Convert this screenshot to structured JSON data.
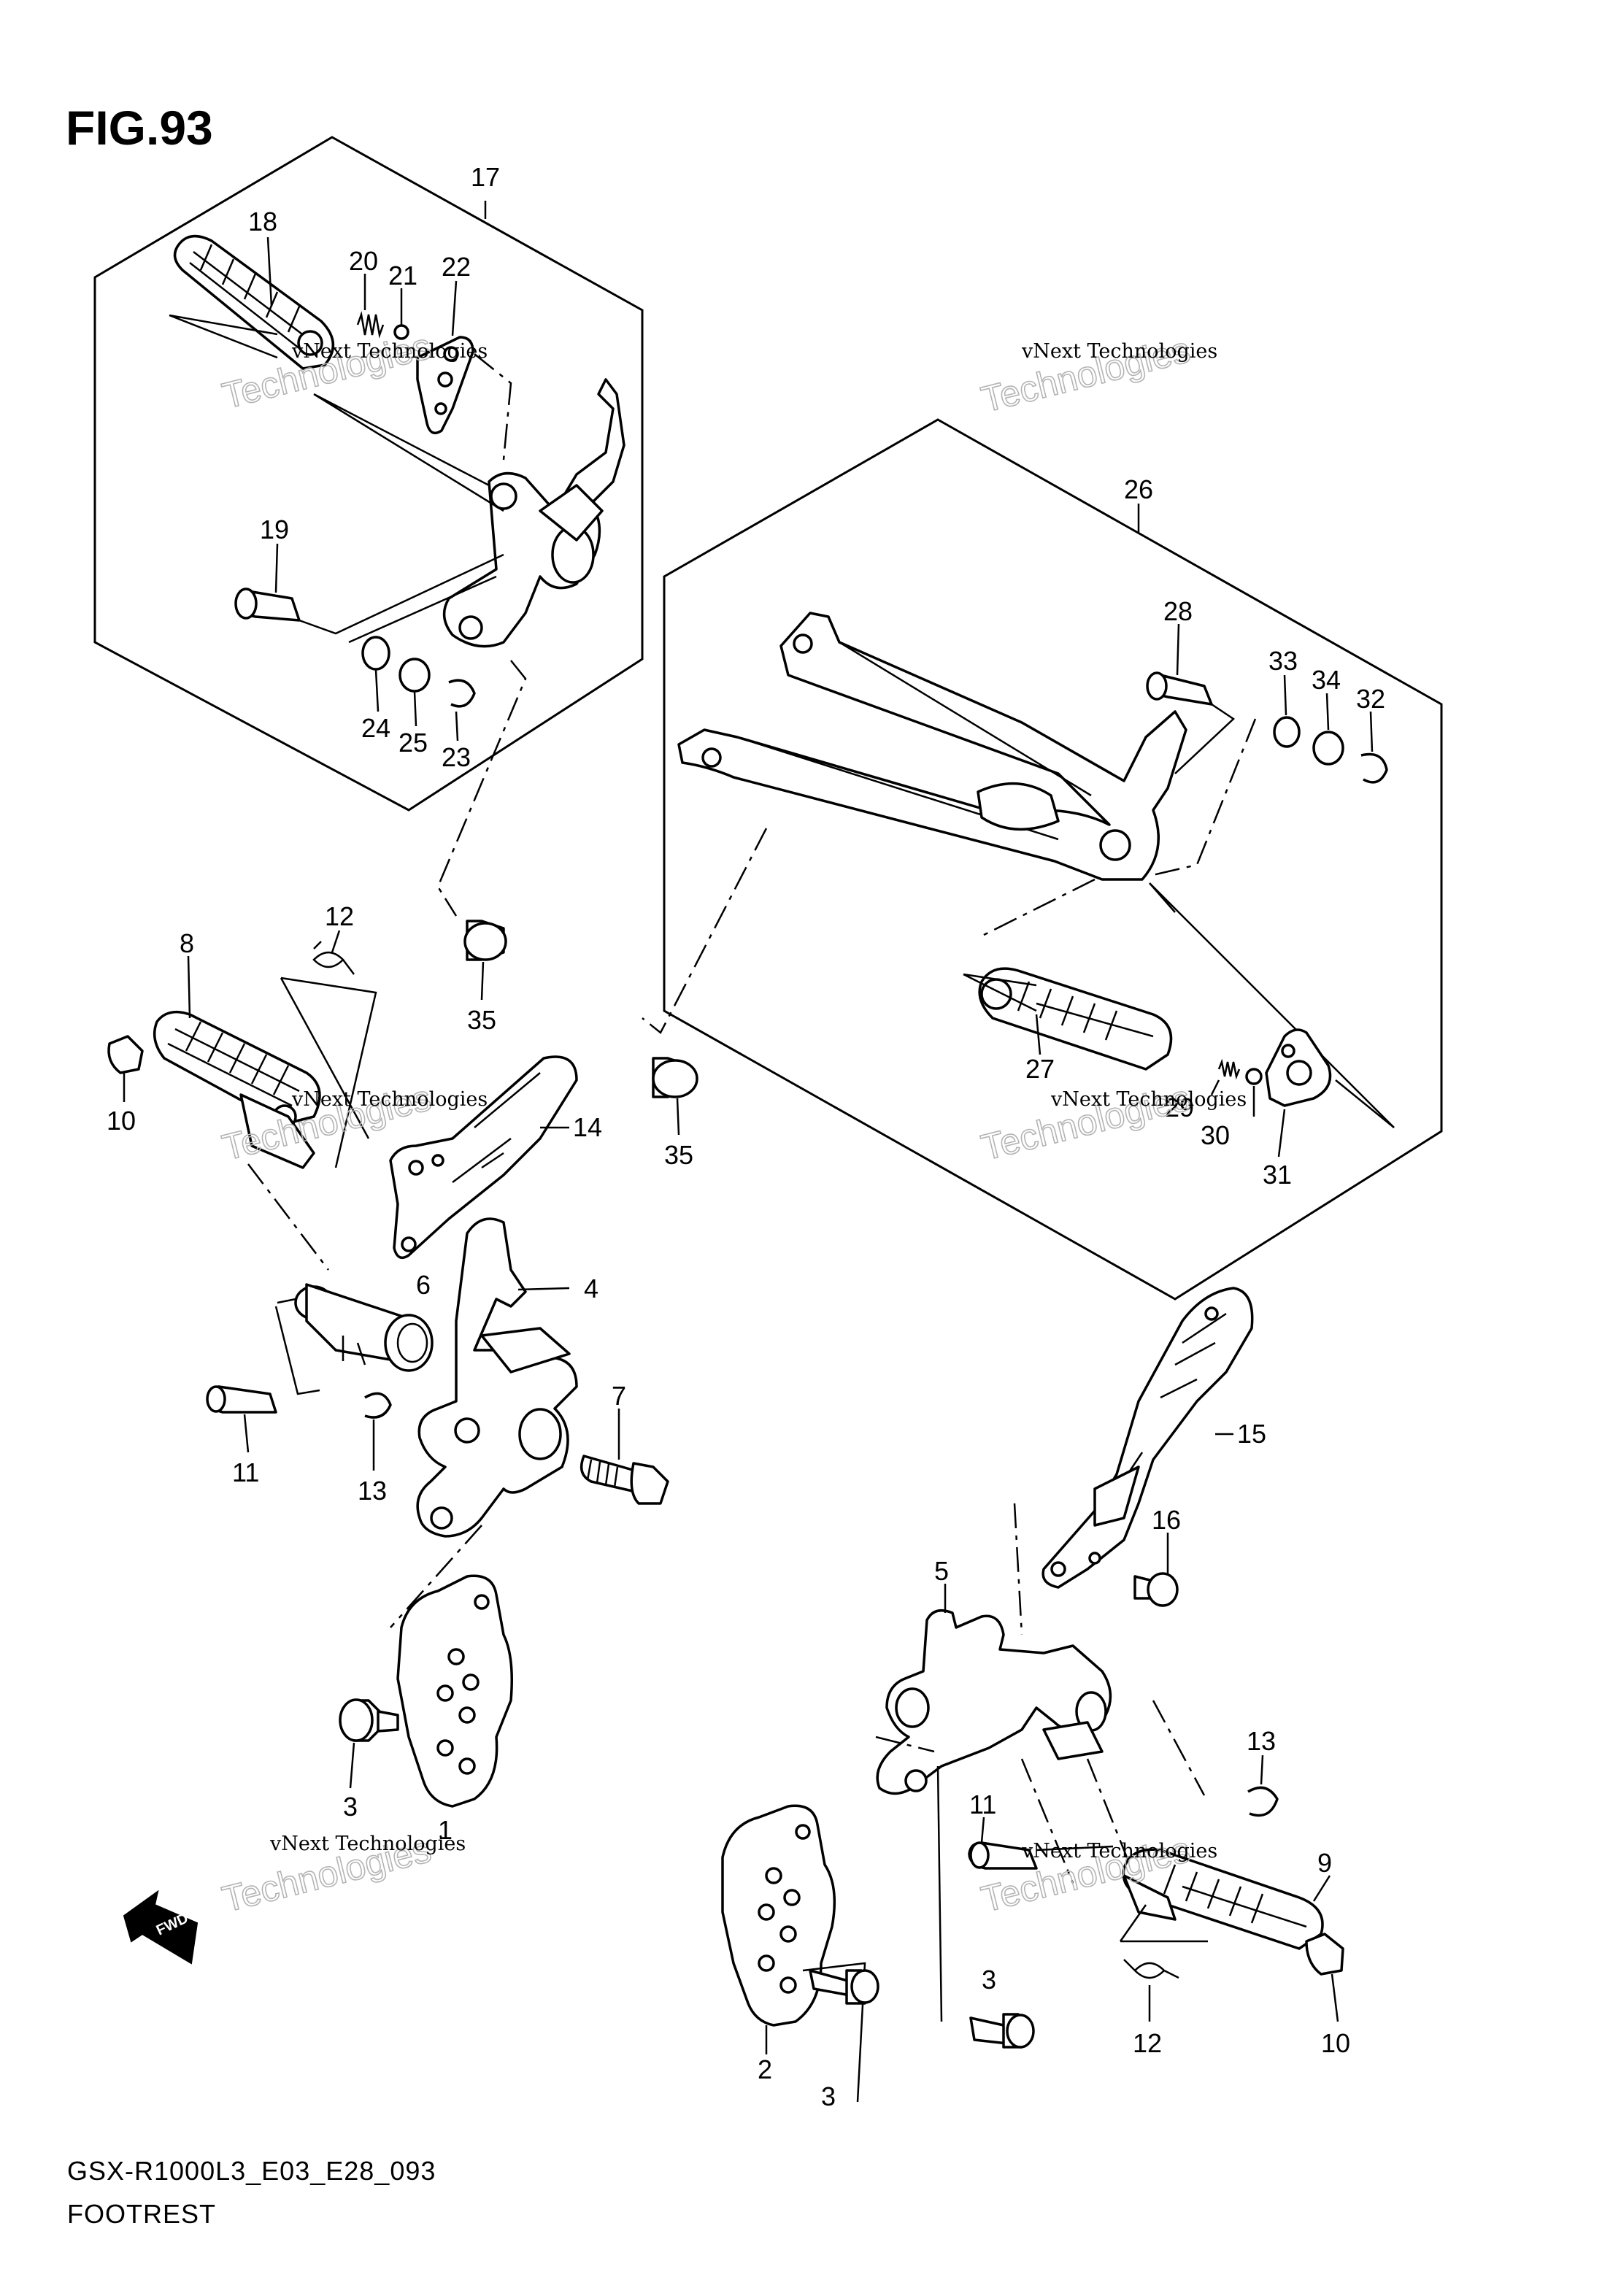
{
  "figure_title": "FIG.93",
  "footer": {
    "code": "GSX-R1000L3_E03_E28_093",
    "name": "FOOTREST"
  },
  "fwd_label": "FWD",
  "watermark": {
    "line1": "vNext Technologies",
    "line2": "Technologies"
  },
  "callouts": [
    {
      "id": "c17",
      "text": "17"
    },
    {
      "id": "c18",
      "text": "18"
    },
    {
      "id": "c20",
      "text": "20"
    },
    {
      "id": "c21",
      "text": "21"
    },
    {
      "id": "c22",
      "text": "22"
    },
    {
      "id": "c19",
      "text": "19"
    },
    {
      "id": "c24",
      "text": "24"
    },
    {
      "id": "c25",
      "text": "25"
    },
    {
      "id": "c23",
      "text": "23"
    },
    {
      "id": "c26",
      "text": "26"
    },
    {
      "id": "c28",
      "text": "28"
    },
    {
      "id": "c33",
      "text": "33"
    },
    {
      "id": "c34",
      "text": "34"
    },
    {
      "id": "c32",
      "text": "32"
    },
    {
      "id": "c27",
      "text": "27"
    },
    {
      "id": "c29",
      "text": "29"
    },
    {
      "id": "c30",
      "text": "30"
    },
    {
      "id": "c31",
      "text": "31"
    },
    {
      "id": "c35a",
      "text": "35"
    },
    {
      "id": "c35b",
      "text": "35"
    },
    {
      "id": "c12a",
      "text": "12"
    },
    {
      "id": "c8",
      "text": "8"
    },
    {
      "id": "c10a",
      "text": "10"
    },
    {
      "id": "c14",
      "text": "14"
    },
    {
      "id": "c6",
      "text": "6"
    },
    {
      "id": "c4",
      "text": "4"
    },
    {
      "id": "c11a",
      "text": "11"
    },
    {
      "id": "c13a",
      "text": "13"
    },
    {
      "id": "c7",
      "text": "7"
    },
    {
      "id": "c3a",
      "text": "3"
    },
    {
      "id": "c1",
      "text": "1"
    },
    {
      "id": "c15",
      "text": "15"
    },
    {
      "id": "c16",
      "text": "16"
    },
    {
      "id": "c5",
      "text": "5"
    },
    {
      "id": "c13b",
      "text": "13"
    },
    {
      "id": "c11b",
      "text": "11"
    },
    {
      "id": "c9",
      "text": "9"
    },
    {
      "id": "c2",
      "text": "2"
    },
    {
      "id": "c3b",
      "text": "3"
    },
    {
      "id": "c3c",
      "text": "3"
    },
    {
      "id": "c12b",
      "text": "12"
    },
    {
      "id": "c10b",
      "text": "10"
    }
  ]
}
